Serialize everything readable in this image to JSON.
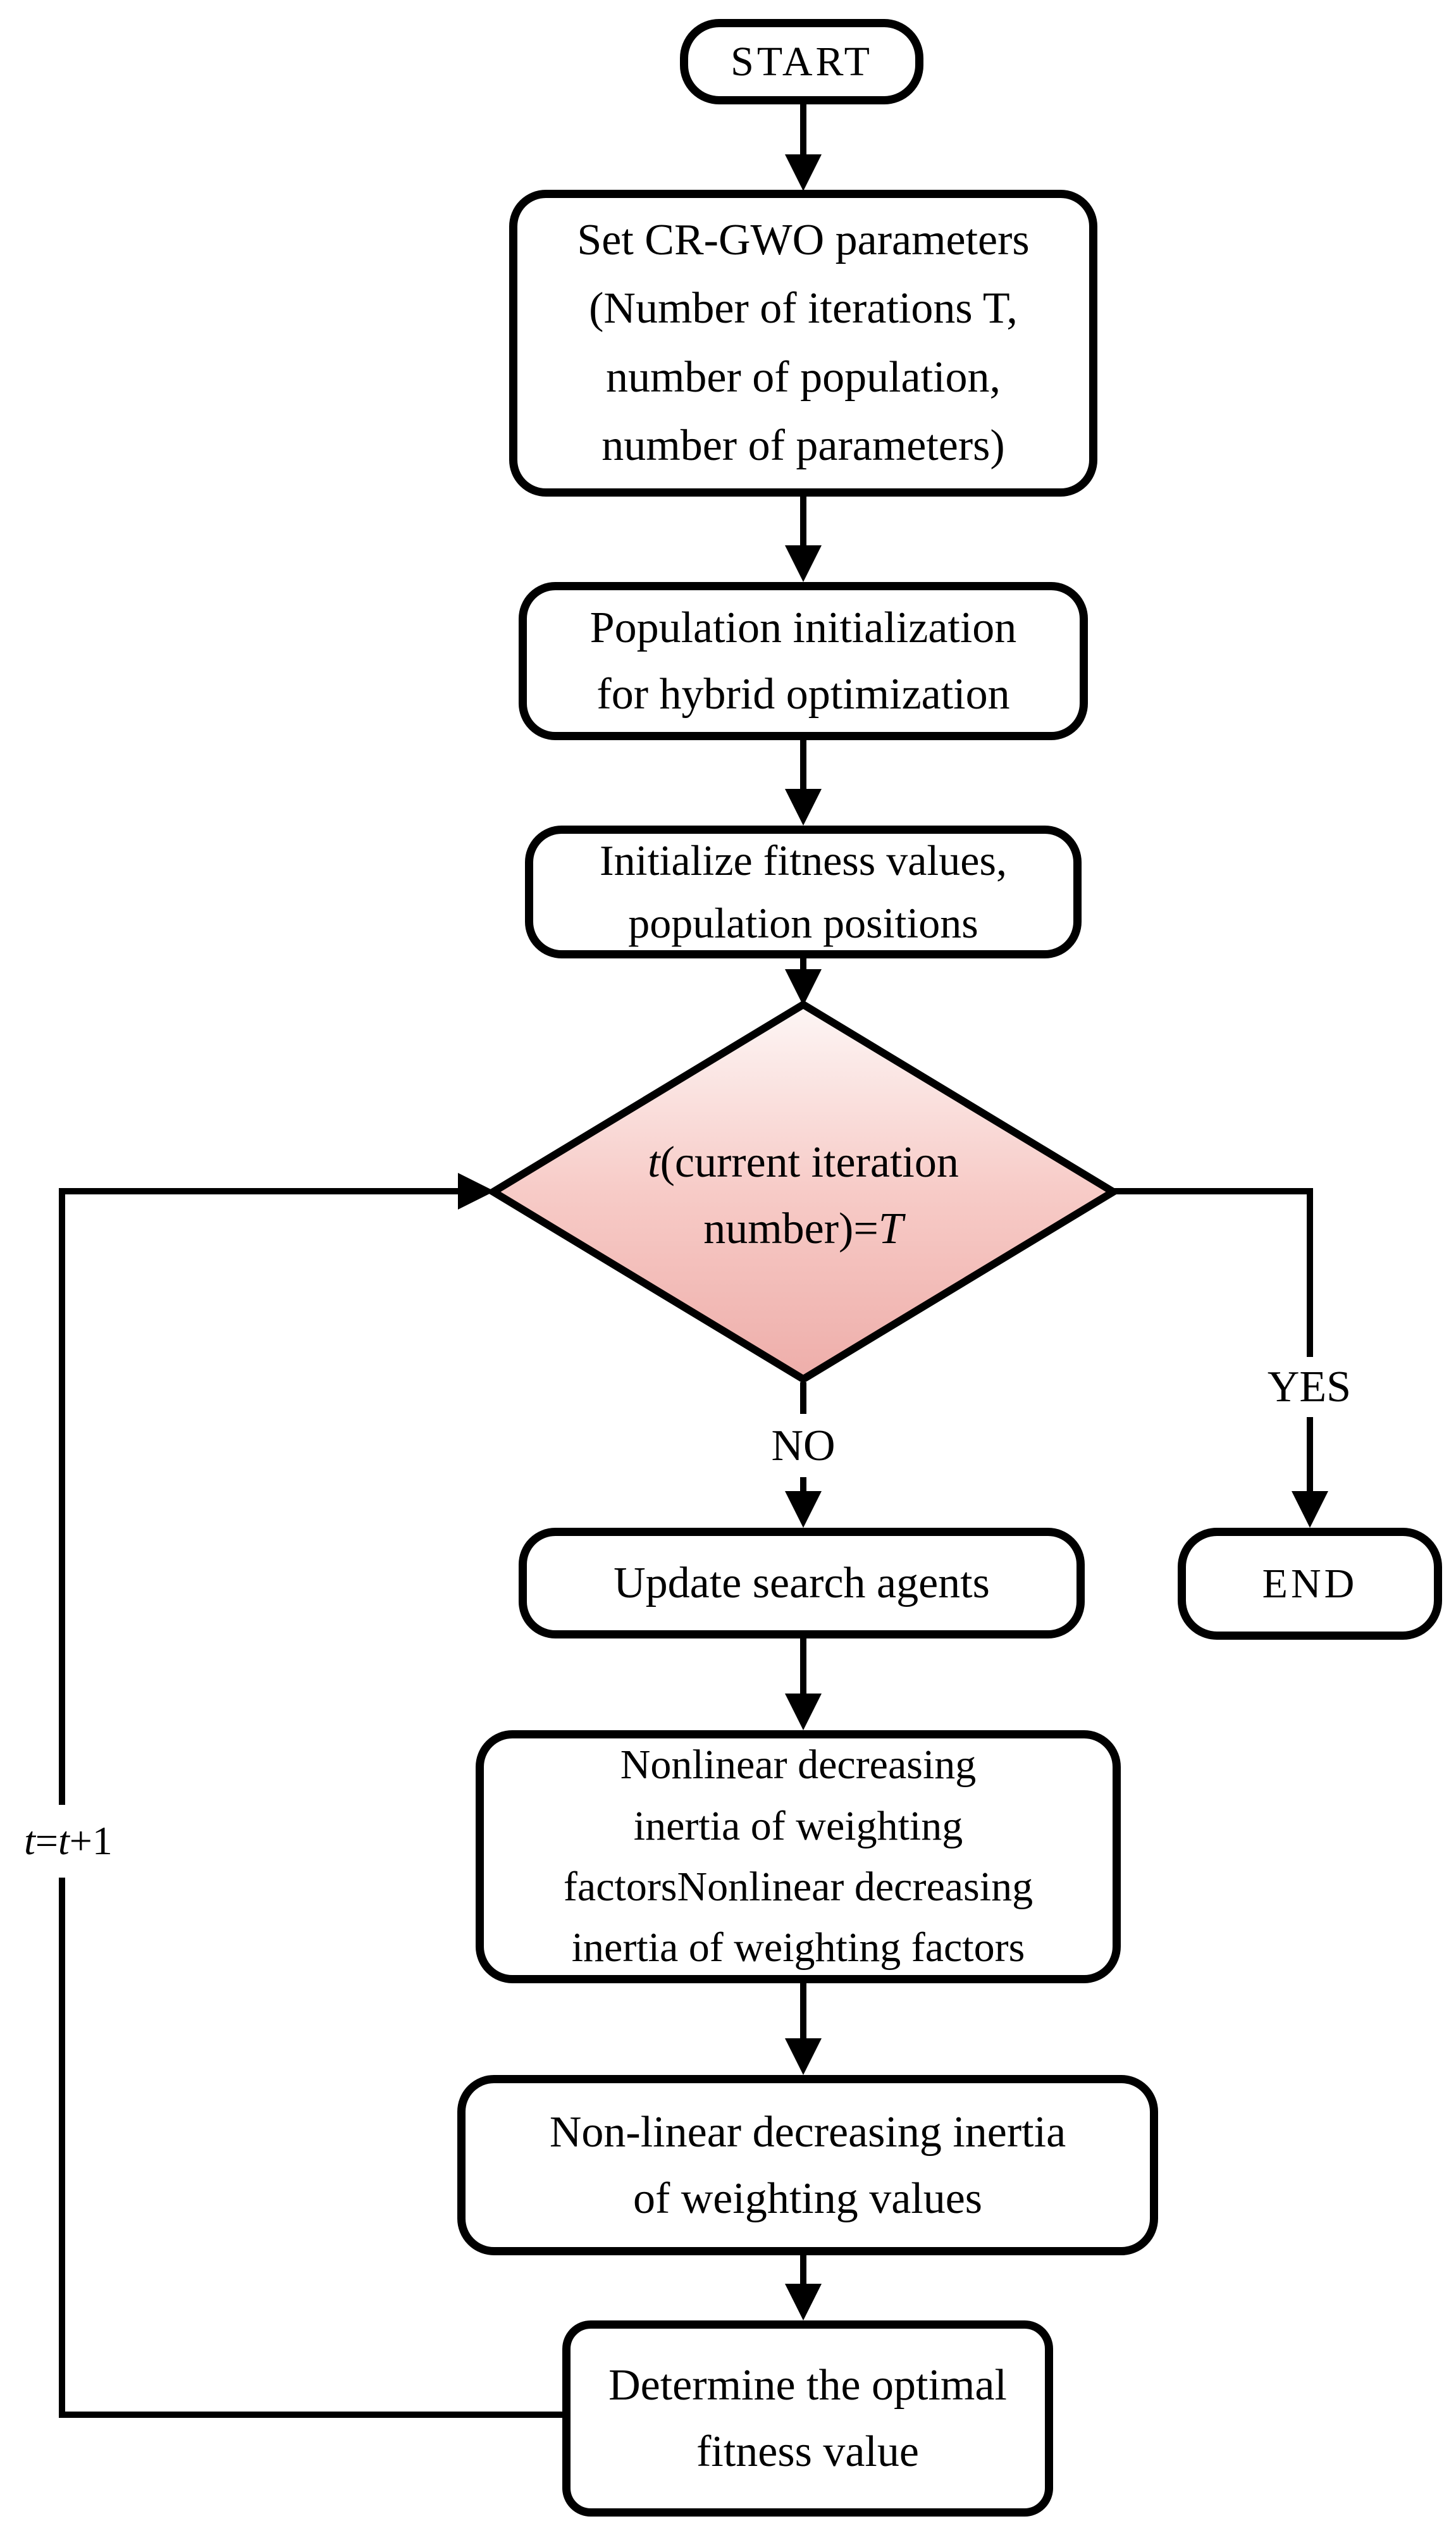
{
  "nodes": {
    "start": {
      "label": "START"
    },
    "set_params": {
      "lines": [
        "Set CR-GWO parameters",
        "(Number of iterations T,",
        "number of population,",
        "number of parameters)"
      ]
    },
    "pop_init": {
      "lines": [
        "Population initialization",
        "for hybrid optimization"
      ]
    },
    "init_fitness": {
      "lines": [
        "Initialize fitness values,",
        "population positions"
      ]
    },
    "decision": {
      "line1_italic": "t",
      "line1_rest": "(current iteration",
      "line2_rest": "number)=",
      "line2_italic": "T"
    },
    "update_agents": {
      "label": "Update search agents"
    },
    "nonlinear_factors": {
      "lines": [
        "Nonlinear decreasing",
        "inertia of weighting",
        "factorsNonlinear decreasing",
        "inertia of weighting factors"
      ]
    },
    "nonlinear_values": {
      "lines": [
        "Non-linear decreasing inertia",
        "of weighting values"
      ]
    },
    "determine_fitness": {
      "lines": [
        "Determine the optimal",
        "fitness value"
      ]
    },
    "end": {
      "label": "END"
    }
  },
  "edges": {
    "no_label": "NO",
    "yes_label": "YES",
    "increment": {
      "t1": "t",
      "eq": "=",
      "t2": "t",
      "plus1": "+1"
    }
  },
  "colors": {
    "line": "#000000",
    "box_fill": "#ffffff",
    "decision_gradient_top": "#fdf6f5",
    "decision_gradient_mid": "#f7cbc7",
    "decision_gradient_bottom": "#eeaeaa"
  }
}
